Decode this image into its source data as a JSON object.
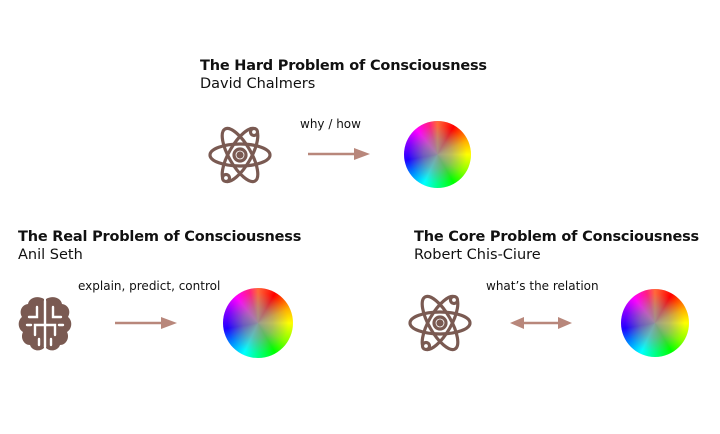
{
  "hard": {
    "title": "The Hard Problem of Consciousness",
    "author": "David Chalmers",
    "relation": "why / how"
  },
  "real": {
    "title": "The Real Problem of Consciousness",
    "author": "Anil Seth",
    "relation": "explain, predict, control"
  },
  "core": {
    "title": "The Core Problem of Consciousness",
    "author": "Robert Chis-Ciure",
    "relation": "what’s the relation"
  },
  "colors": {
    "icon": "#7a5a52",
    "arrow": "#b8877b"
  }
}
